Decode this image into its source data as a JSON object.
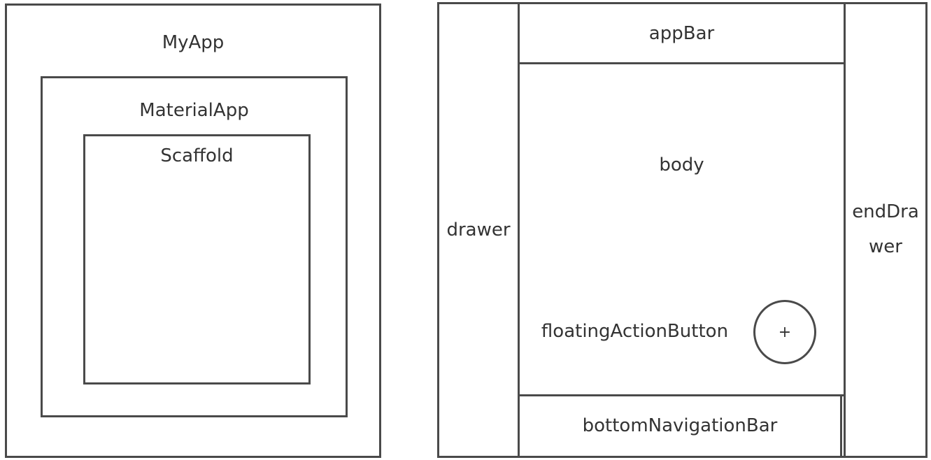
{
  "left": {
    "outer_label": "MyApp",
    "middle_label": "MaterialApp",
    "inner_label": "Scaffold"
  },
  "right": {
    "drawer_label": "drawer",
    "app_bar_label": "appBar",
    "body_label": "body",
    "fab_label": "floatingActionButton",
    "fab_symbol": "+",
    "bottom_nav_label": "bottomNavigationBar",
    "end_drawer_label_line1": "endDra",
    "end_drawer_label_line2": "wer"
  }
}
